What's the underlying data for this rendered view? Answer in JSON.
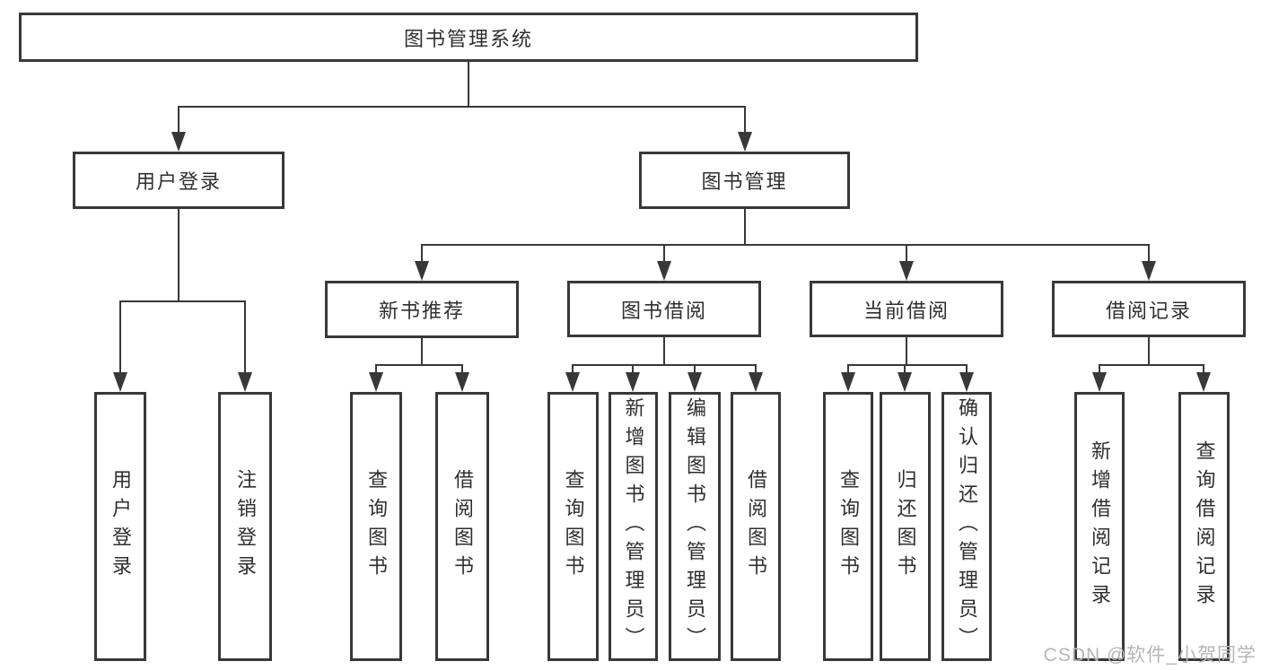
{
  "diagram_title": "图书管理系统",
  "colors": {
    "line": "#383838",
    "text": "#2f2f2f",
    "box_background": "#ffffff",
    "watermark": "#b6b6b6"
  },
  "nodes": {
    "root": {
      "label": "图书管理系统"
    },
    "user_login": {
      "label": "用户登录"
    },
    "book_mgmt": {
      "label": "图书管理"
    },
    "new_book_rec": {
      "label": "新书推荐"
    },
    "book_borrow": {
      "label": "图书借阅"
    },
    "current_borrow": {
      "label": "当前借阅"
    },
    "borrow_records": {
      "label": "借阅记录"
    },
    "leaf_user_login": {
      "label": "用户登录"
    },
    "leaf_logout": {
      "label": "注销登录"
    },
    "rec_query_book": {
      "label": "查询图书"
    },
    "rec_borrow_book": {
      "label": "借阅图书"
    },
    "bb_query_book": {
      "label": "查询图书"
    },
    "bb_add_book": {
      "label": "新增图书（管理员）"
    },
    "bb_edit_book": {
      "label": "编辑图书（管理员）"
    },
    "bb_borrow_book": {
      "label": "借阅图书"
    },
    "cb_query_book": {
      "label": "查询图书"
    },
    "cb_return_book": {
      "label": "归还图书"
    },
    "cb_confirm_return": {
      "label": "确认归还（管理员）"
    },
    "br_add_record": {
      "label": "新增借阅记录"
    },
    "br_query_record": {
      "label": "查询借阅记录"
    }
  },
  "edges": [
    [
      "root",
      "user_login"
    ],
    [
      "root",
      "book_mgmt"
    ],
    [
      "user_login",
      "leaf_user_login"
    ],
    [
      "user_login",
      "leaf_logout"
    ],
    [
      "book_mgmt",
      "new_book_rec"
    ],
    [
      "book_mgmt",
      "book_borrow"
    ],
    [
      "book_mgmt",
      "current_borrow"
    ],
    [
      "book_mgmt",
      "borrow_records"
    ],
    [
      "new_book_rec",
      "rec_query_book"
    ],
    [
      "new_book_rec",
      "rec_borrow_book"
    ],
    [
      "book_borrow",
      "bb_query_book"
    ],
    [
      "book_borrow",
      "bb_add_book"
    ],
    [
      "book_borrow",
      "bb_edit_book"
    ],
    [
      "book_borrow",
      "bb_borrow_book"
    ],
    [
      "current_borrow",
      "cb_query_book"
    ],
    [
      "current_borrow",
      "cb_return_book"
    ],
    [
      "current_borrow",
      "cb_confirm_return"
    ],
    [
      "borrow_records",
      "br_add_record"
    ],
    [
      "borrow_records",
      "br_query_record"
    ]
  ],
  "watermark": "CSDN @软件_小贺同学"
}
